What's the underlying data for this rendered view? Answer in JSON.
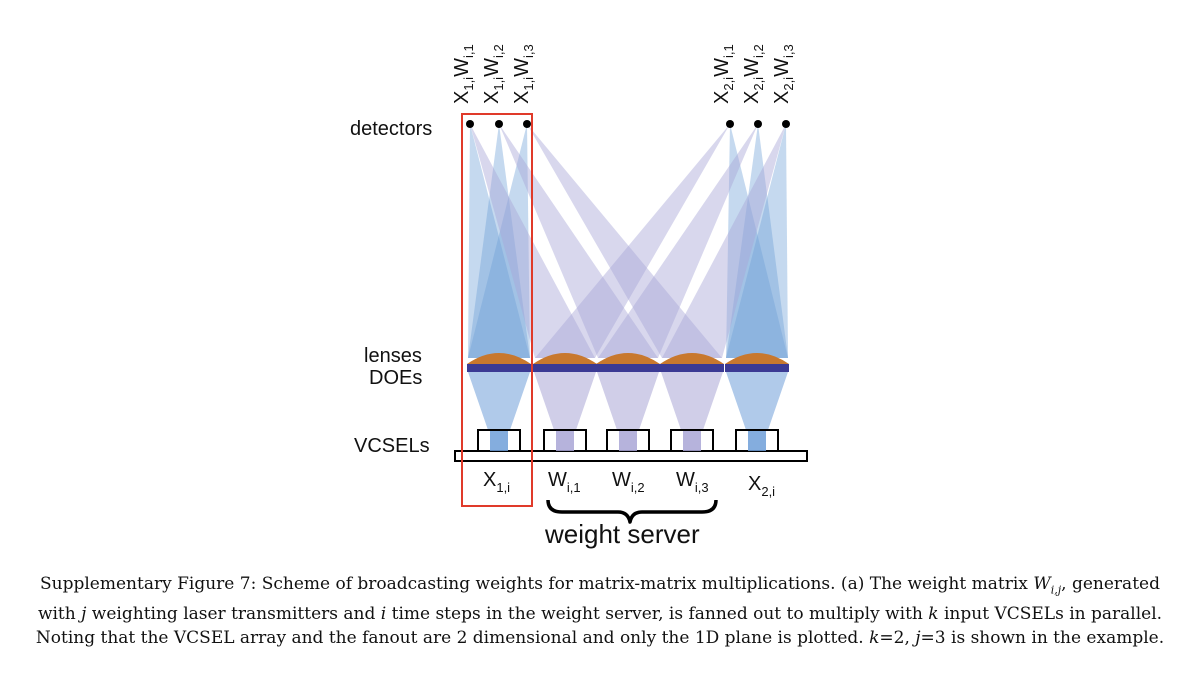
{
  "labels": {
    "detectors": "detectors",
    "lenses": "lenses",
    "does": "DOEs",
    "vcsels": "VCSELs",
    "weight_server": "weight server"
  },
  "top_labels": [
    {
      "x": "X",
      "xs": "1,i",
      "w": "W",
      "ws": "i,1"
    },
    {
      "x": "X",
      "xs": "1,i",
      "w": "W",
      "ws": "i,2"
    },
    {
      "x": "X",
      "xs": "1,i",
      "w": "W",
      "ws": "i,3"
    },
    {
      "x": "X",
      "xs": "2,i",
      "w": "W",
      "ws": "i,1"
    },
    {
      "x": "X",
      "xs": "2,i",
      "w": "W",
      "ws": "i,2"
    },
    {
      "x": "X",
      "xs": "2,i",
      "w": "W",
      "ws": "i,3"
    }
  ],
  "bottom_labels": [
    {
      "main": "X",
      "sub": "1,i"
    },
    {
      "main": "W",
      "sub": "i,1"
    },
    {
      "main": "W",
      "sub": "i,2"
    },
    {
      "main": "W",
      "sub": "i,3"
    },
    {
      "main": "X",
      "sub": "2,i"
    }
  ],
  "colors": {
    "input_beam": "#6f9fd8",
    "weight_beam": "#a9a6d6",
    "lens": "#c8782e",
    "doe": "#3b3a94",
    "highlight": "#e03a2a"
  },
  "caption": {
    "prefix": "Supplementary Figure 7: Scheme of broadcasting weights for matrix-matrix multiplications. (a) The weight matrix ",
    "w": "W",
    "w_sub": "i,j",
    "part2": ", generated with ",
    "j": "j",
    "part3": " weighting laser transmitters and ",
    "i": "i",
    "part4": " time steps in the weight server, is fanned out to multiply with ",
    "k": "k",
    "part5": " input VCSELs in parallel. Noting that the VCSEL array and the fanout are 2 dimensional and only the 1D plane is plotted. ",
    "k2": "k",
    "part6": "=2, ",
    "j2": "j",
    "part7": "=3 is shown in the example."
  }
}
